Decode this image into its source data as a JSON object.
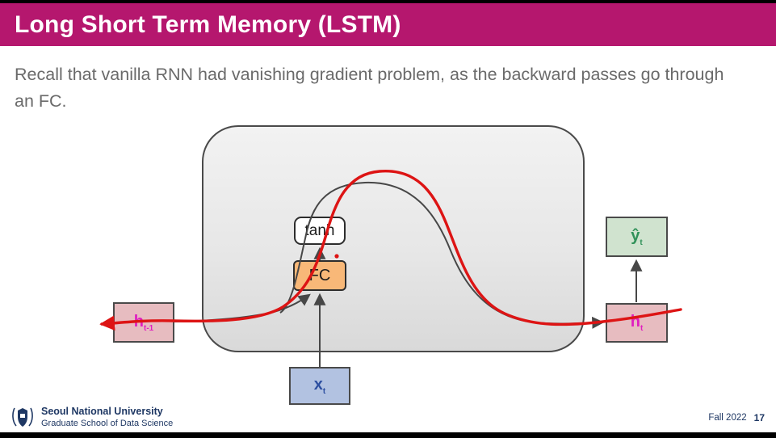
{
  "slide": {
    "title": "Long Short Term Memory (LSTM)",
    "body": "Recall that vanilla RNN had vanishing gradient problem, as the backward passes go through an FC."
  },
  "diagram": {
    "tanh_label": "tanh",
    "fc_label": "FC",
    "h_prev": {
      "label": "h",
      "sub": "t-1"
    },
    "h_t": {
      "label": "h",
      "sub": "t"
    },
    "x_t": {
      "label": "x",
      "sub": "t"
    },
    "y_hat": {
      "label": "ŷ",
      "sub": "t"
    }
  },
  "footer": {
    "university": "Seoul National University",
    "school": "Graduate School of Data Science",
    "term": "Fall 2022",
    "page": "17"
  },
  "colors": {
    "header_accent": "#b5176e",
    "annotation_red": "#dd1414",
    "fc_fill": "#f8b878",
    "hidden_state_fill": "#e7bcc0",
    "input_fill": "#b2c2e1",
    "output_fill": "#d0e3cf",
    "h_label": "#e01fc0",
    "x_label": "#2d4fa0",
    "y_label": "#2f9158",
    "footer_navy": "#1f3864"
  }
}
